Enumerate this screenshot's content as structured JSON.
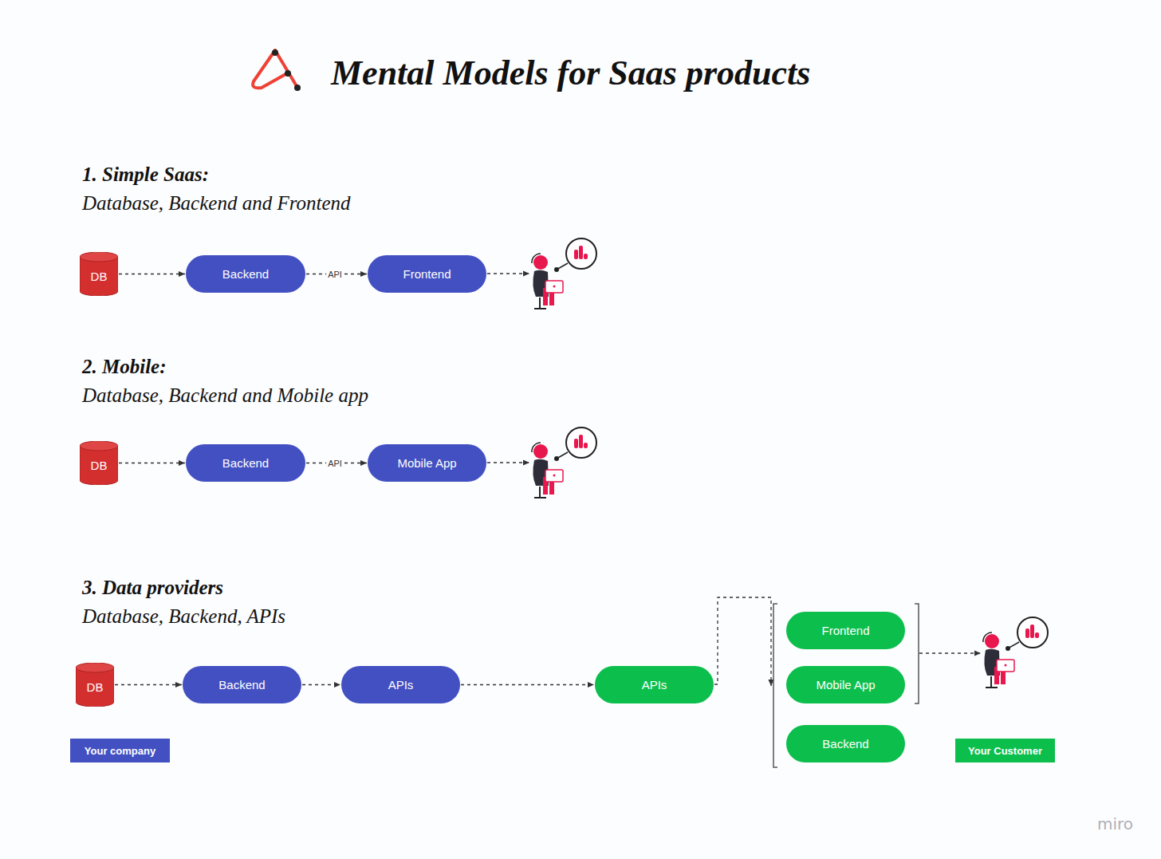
{
  "diagram": {
    "title": "Mental Models for Saas products",
    "nodes": [
      {
        "text": [
          "DB"
        ]
      },
      {
        "text": [
          "Backend"
        ]
      },
      {
        "text": [
          "Frontend"
        ]
      },
      {
        "text": [
          "DB"
        ]
      },
      {
        "text": [
          "Backend"
        ]
      },
      {
        "text": [
          "Mobile App"
        ]
      },
      {
        "text": [
          "DB"
        ]
      },
      {
        "text": [
          "Backend"
        ]
      },
      {
        "text": [
          "APIs"
        ]
      },
      {
        "text": [
          "APIs"
        ]
      },
      {
        "text": [
          "Frontend"
        ]
      },
      {
        "text": [
          "Mobile App"
        ]
      },
      {
        "text": [
          "Backend"
        ]
      },
      {
        "text": [
          "Your company"
        ]
      },
      {
        "text": [
          "Your Customer"
        ]
      }
    ],
    "edges": [
      {
        "from": 0,
        "to": 1,
        "arrow": "to"
      },
      {
        "from": 1,
        "to": 2,
        "label": "API",
        "arrow": "to"
      },
      {
        "from": 3,
        "to": 4,
        "arrow": "to"
      },
      {
        "from": 4,
        "to": 5,
        "label": "API",
        "arrow": "to"
      },
      {
        "from": 6,
        "to": 7,
        "arrow": "to"
      },
      {
        "from": 7,
        "to": 8,
        "arrow": "to"
      },
      {
        "from": 8,
        "to": 9,
        "arrow": "to"
      }
    ],
    "labels": [
      "1. Simple Saas:",
      "Database, Backend and Frontend",
      "2. Mobile:",
      "Database, Backend and Mobile app",
      "3. Data providers",
      "Database, Backend, APIs",
      "miro"
    ]
  }
}
